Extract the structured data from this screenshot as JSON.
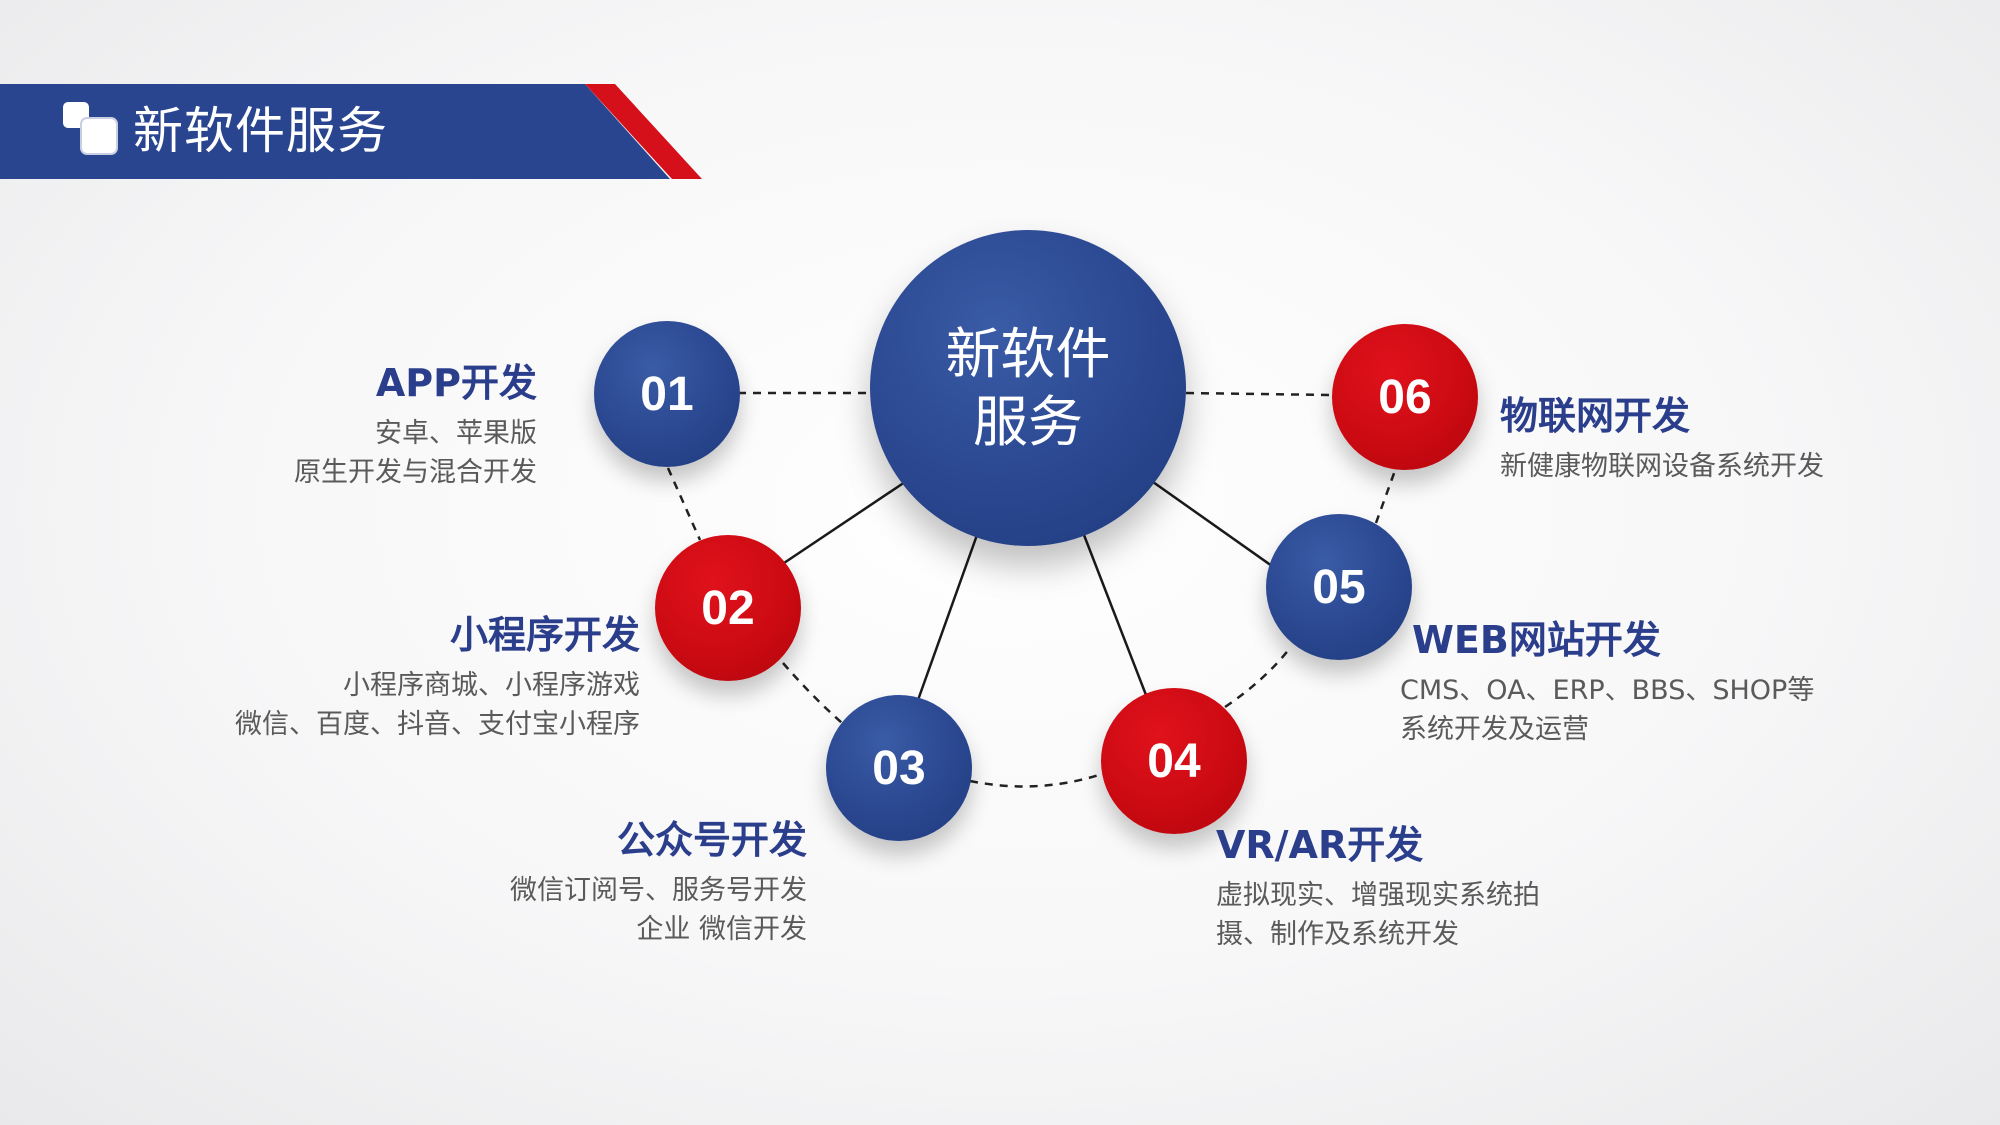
{
  "header": {
    "title": "新软件服务"
  },
  "center": {
    "line1": "新软件",
    "line2": "服务"
  },
  "colors": {
    "blue": "#2a4790",
    "red": "#cc0a12",
    "title_blue": "#2b3e8c"
  },
  "nodes": [
    {
      "num": "01",
      "color": "blue",
      "title": "APP开发",
      "desc1": "安卓、苹果版",
      "desc2": "原生开发与混合开发"
    },
    {
      "num": "02",
      "color": "red",
      "title": "小程序开发",
      "desc1": "小程序商城、小程序游戏",
      "desc2": "微信、百度、抖音、支付宝小程序"
    },
    {
      "num": "03",
      "color": "blue",
      "title": "公众号开发",
      "desc1": "微信订阅号、服务号开发",
      "desc2": "企业 微信开发"
    },
    {
      "num": "04",
      "color": "red",
      "title": "VR/AR开发",
      "desc1": "虚拟现实、增强现实系统拍",
      "desc2": "摄、制作及系统开发"
    },
    {
      "num": "05",
      "color": "blue",
      "title": "WEB网站开发",
      "desc1": "CMS、OA、ERP、BBS、SHOP等",
      "desc2": "系统开发及运营"
    },
    {
      "num": "06",
      "color": "red",
      "title": "物联网开发",
      "desc1": "新健康物联网设备系统开发"
    }
  ]
}
